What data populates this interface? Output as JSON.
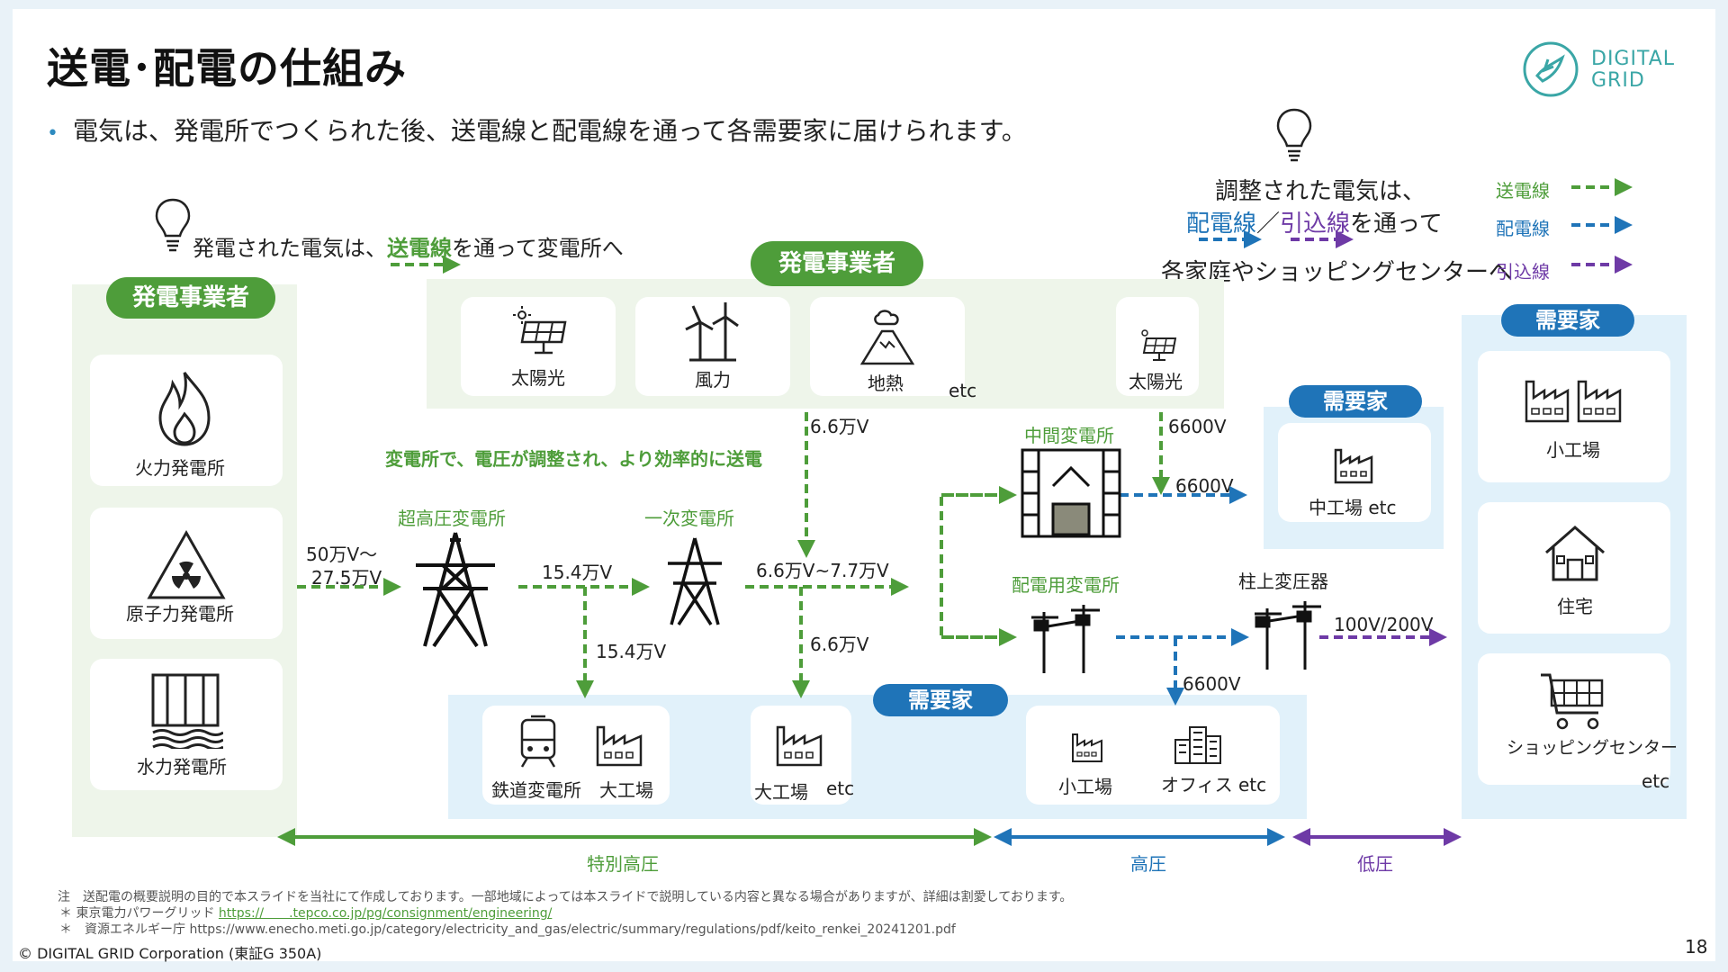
{
  "title": "送電･配電の仕組み",
  "bullet": "電気は、発電所でつくられた後、送電線と配電線を通って各需要家に届けられます。",
  "logo": {
    "line1": "DIGITAL",
    "line2": "GRID"
  },
  "tip_left": {
    "pre": "発電された電気は、",
    "hl": "送電線",
    "post": "を通って変電所へ"
  },
  "tip_right": {
    "line1": "調整された電気は、",
    "hl1": "配電線",
    "sep": "／",
    "hl2": "引込線",
    "post": "を通って",
    "line3": "各家庭やショッピングセンターへ"
  },
  "legend": [
    {
      "label": "送電線",
      "color": "#4e9d3a"
    },
    {
      "label": "配電線",
      "color": "#1f74b8"
    },
    {
      "label": "引込線",
      "color": "#6e3aa6"
    }
  ],
  "left_panel": {
    "header": "発電事業者",
    "items": [
      "火力発電所",
      "原子力発電所",
      "水力発電所"
    ]
  },
  "top_panel": {
    "header": "発電事業者",
    "items": [
      "太陽光",
      "風力",
      "地熱"
    ],
    "etc": "etc",
    "extra": "太陽光"
  },
  "substation_note": "変電所で、電圧が調整され、より効率的に送電",
  "ultra_substation": "超高圧変電所",
  "primary_substation": "一次変電所",
  "intermediate_substation": "中間変電所",
  "distribution_substation": "配電用変電所",
  "pole_transformer": "柱上変圧器",
  "voltages": {
    "v_500k": "50万V～",
    "v_275k": "27.5万V",
    "v_154k_a": "15.4万V",
    "v_154k_b": "15.4万V",
    "v_66k_top": "6.6万V",
    "v_66_77k": "6.6万V~7.7万V",
    "v_66k_down": "6.6万V",
    "v_6600_a": "6600V",
    "v_6600_b": "6600V",
    "v_6600_c": "6600V",
    "v_100_200": "100V/200V"
  },
  "demand_mid": {
    "header": "需要家",
    "item": "中工場 etc"
  },
  "demand_bottom": {
    "header": "需要家",
    "items": [
      "鉄道変電所",
      "大工場",
      "大工場"
    ],
    "etc": "etc",
    "items2": [
      "小工場",
      "オフィス etc"
    ]
  },
  "demand_right": {
    "header": "需要家",
    "items": [
      "小工場",
      "住宅",
      "ショッピングセンター"
    ],
    "etc": "etc"
  },
  "ranges": [
    {
      "label": "特別高圧",
      "color": "#4e9d3a"
    },
    {
      "label": "高圧",
      "color": "#1f74b8"
    },
    {
      "label": "低圧",
      "color": "#6e3aa6"
    }
  ],
  "notes": {
    "n1": "注　送配電の概要説明の目的で本スライドを当社にて作成しております。一部地域によっては本スライドで説明している内容と異なる場合がありますが、詳細は割愛しております。",
    "n2_pre": "＊ 東京電力パワーグリッド",
    "n2_link": "https://　　.tepco.co.jp/pg/consignment/engineering/",
    "n3": "＊　資源エネルギー庁  https://www.enecho.meti.go.jp/category/electricity_and_gas/electric/summary/regulations/pdf/keito_renkei_20241201.pdf"
  },
  "copyright": "© DIGITAL GRID Corporation (東証G 350A)",
  "page_number": "18"
}
